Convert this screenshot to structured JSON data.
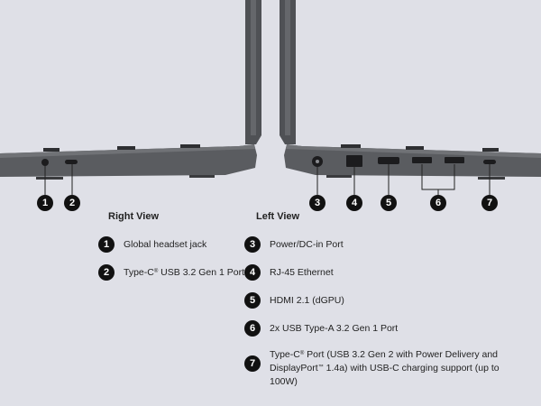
{
  "headings": {
    "right": "Right View",
    "left": "Left View"
  },
  "markers": [
    "1",
    "2",
    "3",
    "4",
    "5",
    "6",
    "7"
  ],
  "right_view": [
    {
      "num": "1",
      "label": "Global headset jack"
    },
    {
      "num": "2",
      "label_pre": "Type-C",
      "label_sup": "®",
      "label_post": " USB 3.2 Gen 1 Port"
    }
  ],
  "left_view": [
    {
      "num": "3",
      "label": "Power/DC-in Port"
    },
    {
      "num": "4",
      "label": "RJ-45 Ethernet"
    },
    {
      "num": "5",
      "label": "HDMI 2.1 (dGPU)"
    },
    {
      "num": "6",
      "label": "2x USB Type-A 3.2 Gen 1 Port"
    },
    {
      "num": "7",
      "line1_pre": "Type-C",
      "line1_sup": "®",
      "line1_post": " Port (USB 3.2 Gen 2 with Power Delivery and",
      "line2_pre": "DisplayPort",
      "line2_sup": "™",
      "line2_post": " 1.4a)  with USB-C charging support (up to",
      "line3": "100W)"
    }
  ],
  "colors": {
    "background": "#dfe0e7",
    "laptop_body": "#5a5c60",
    "marker": "#111111"
  }
}
